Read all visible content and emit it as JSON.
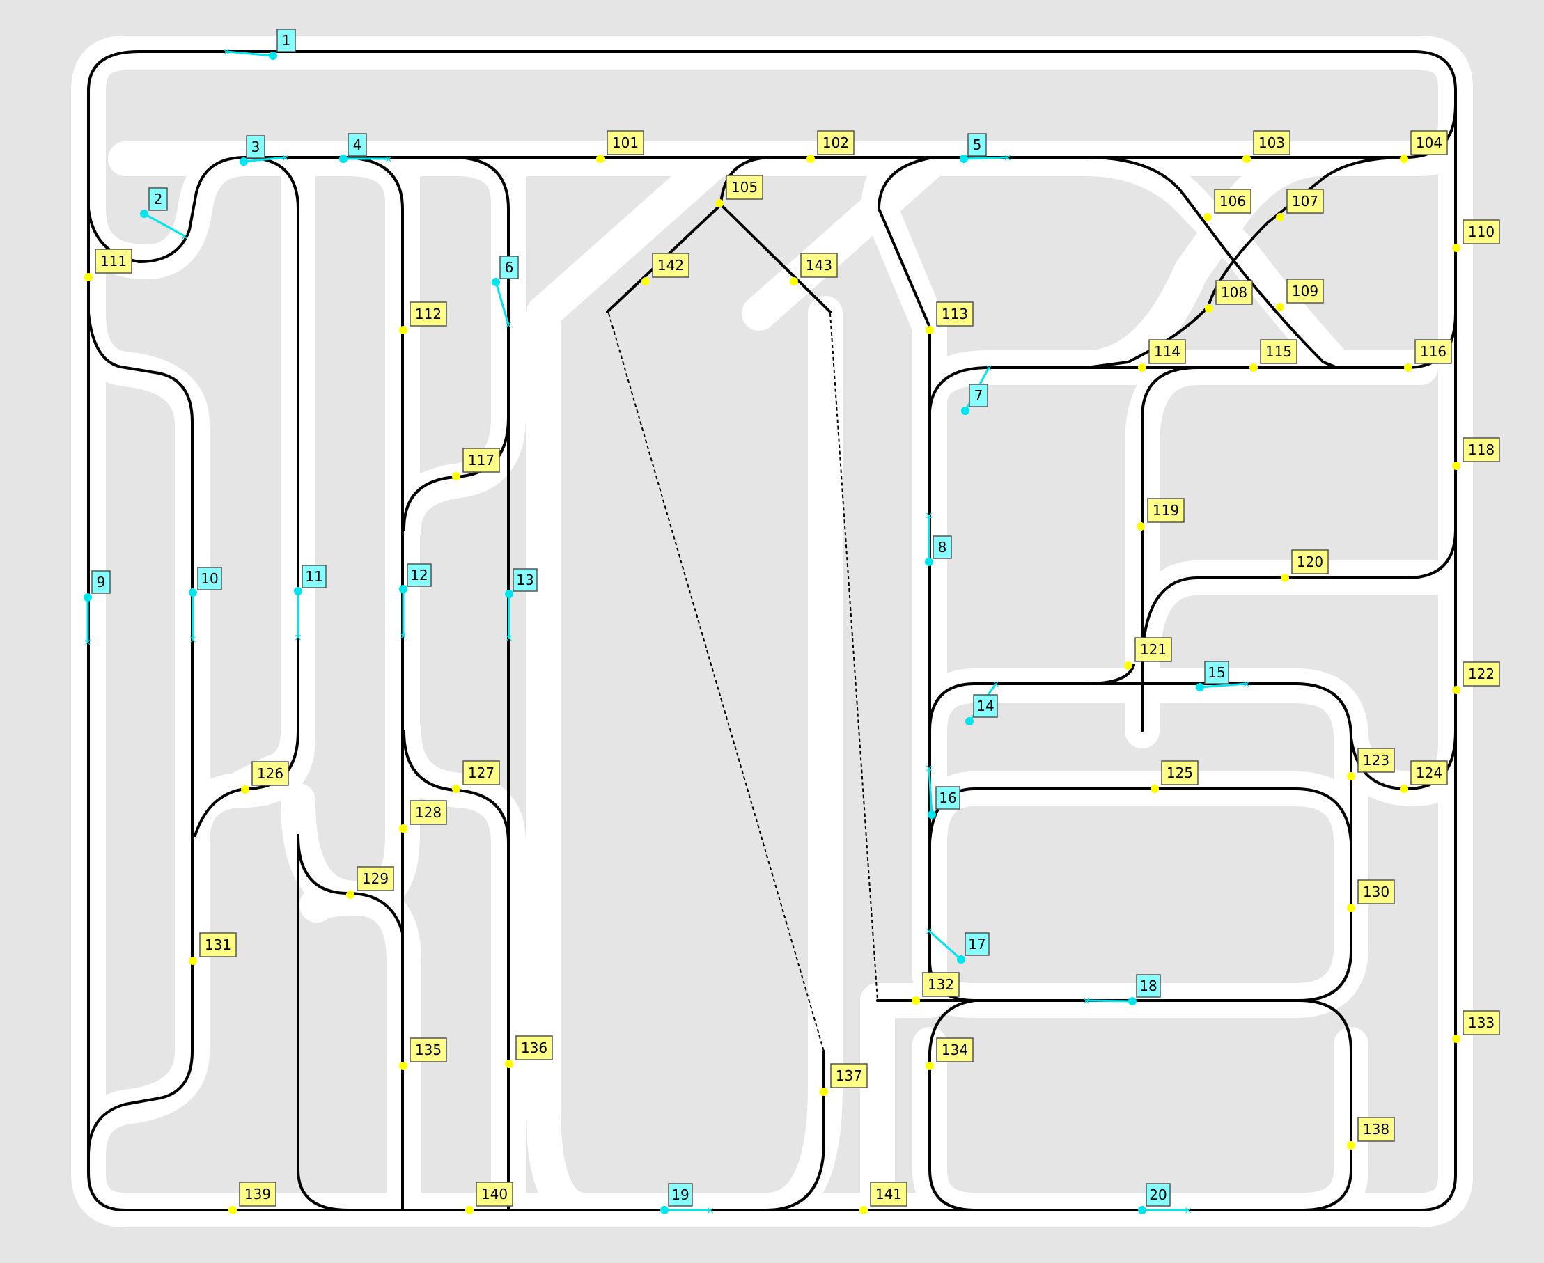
{
  "colors": {
    "background": "#e5e5e5",
    "road": "#ffffff",
    "track": "#000000",
    "node_fill": "#ffff00",
    "node_label_bg": "#ffff88",
    "train_color": "#00e5ee",
    "train_label_bg": "#88ffff",
    "label_border": "#555555"
  },
  "nodes": [
    {
      "id": "101",
      "label": "101"
    },
    {
      "id": "102",
      "label": "102"
    },
    {
      "id": "103",
      "label": "103"
    },
    {
      "id": "104",
      "label": "104"
    },
    {
      "id": "105",
      "label": "105"
    },
    {
      "id": "106",
      "label": "106"
    },
    {
      "id": "107",
      "label": "107"
    },
    {
      "id": "108",
      "label": "108"
    },
    {
      "id": "109",
      "label": "109"
    },
    {
      "id": "110",
      "label": "110"
    },
    {
      "id": "111",
      "label": "111"
    },
    {
      "id": "112",
      "label": "112"
    },
    {
      "id": "113",
      "label": "113"
    },
    {
      "id": "114",
      "label": "114"
    },
    {
      "id": "115",
      "label": "115"
    },
    {
      "id": "116",
      "label": "116"
    },
    {
      "id": "117",
      "label": "117"
    },
    {
      "id": "118",
      "label": "118"
    },
    {
      "id": "119",
      "label": "119"
    },
    {
      "id": "120",
      "label": "120"
    },
    {
      "id": "121",
      "label": "121"
    },
    {
      "id": "122",
      "label": "122"
    },
    {
      "id": "123",
      "label": "123"
    },
    {
      "id": "124",
      "label": "124"
    },
    {
      "id": "125",
      "label": "125"
    },
    {
      "id": "126",
      "label": "126"
    },
    {
      "id": "127",
      "label": "127"
    },
    {
      "id": "128",
      "label": "128"
    },
    {
      "id": "129",
      "label": "129"
    },
    {
      "id": "130",
      "label": "130"
    },
    {
      "id": "131",
      "label": "131"
    },
    {
      "id": "132",
      "label": "132"
    },
    {
      "id": "133",
      "label": "133"
    },
    {
      "id": "134",
      "label": "134"
    },
    {
      "id": "135",
      "label": "135"
    },
    {
      "id": "136",
      "label": "136"
    },
    {
      "id": "137",
      "label": "137"
    },
    {
      "id": "138",
      "label": "138"
    },
    {
      "id": "139",
      "label": "139"
    },
    {
      "id": "140",
      "label": "140"
    },
    {
      "id": "141",
      "label": "141"
    },
    {
      "id": "142",
      "label": "142"
    },
    {
      "id": "143",
      "label": "143"
    }
  ],
  "trains": [
    {
      "id": "1",
      "label": "1"
    },
    {
      "id": "2",
      "label": "2"
    },
    {
      "id": "3",
      "label": "3"
    },
    {
      "id": "4",
      "label": "4"
    },
    {
      "id": "5",
      "label": "5"
    },
    {
      "id": "6",
      "label": "6"
    },
    {
      "id": "7",
      "label": "7"
    },
    {
      "id": "8",
      "label": "8"
    },
    {
      "id": "9",
      "label": "9"
    },
    {
      "id": "10",
      "label": "10"
    },
    {
      "id": "11",
      "label": "11"
    },
    {
      "id": "12",
      "label": "12"
    },
    {
      "id": "13",
      "label": "13"
    },
    {
      "id": "14",
      "label": "14"
    },
    {
      "id": "15",
      "label": "15"
    },
    {
      "id": "16",
      "label": "16"
    },
    {
      "id": "17",
      "label": "17"
    },
    {
      "id": "18",
      "label": "18"
    },
    {
      "id": "19",
      "label": "19"
    },
    {
      "id": "20",
      "label": "20"
    }
  ]
}
